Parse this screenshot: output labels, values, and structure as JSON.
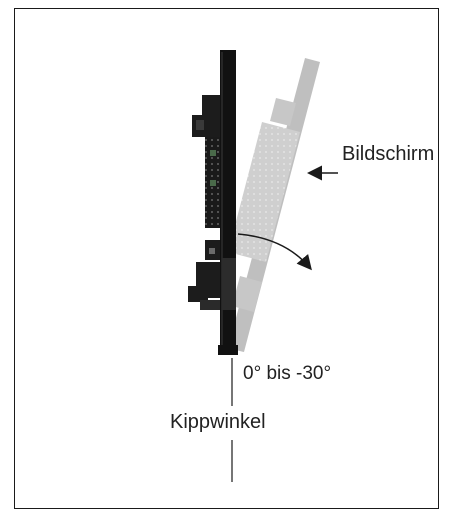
{
  "labels": {
    "screen": "Bildschirm",
    "tilt_range": "0° bis -30°",
    "tilt_angle": "Kippwinkel"
  },
  "colors": {
    "border": "#1a1a1a",
    "monitor_front": "#111111",
    "monitor_ghost": "#9a9a9a",
    "bracket": "#1c1c1c",
    "text": "#222222"
  }
}
